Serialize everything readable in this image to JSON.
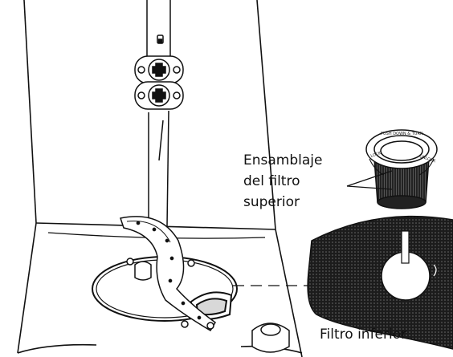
{
  "labels": {
    "upper_filter": [
      "Ensamblaje",
      "del filtro",
      "superior"
    ],
    "lower_filter": "Filtro inferior"
  },
  "filter_ring_text": [
    "PUSH DOWN & TURN",
    "LOCK",
    "UNLOCK"
  ],
  "colors": {
    "line": "#111111",
    "mesh_dark": "#1c1c1c",
    "mesh_dot": "#6a6a6a",
    "background": "#ffffff"
  },
  "icons": {
    "upper_filter": "cylindrical-mesh-filter-icon",
    "lower_filter": "perforated-plate-filter-icon",
    "spray_arm": "lower-spray-arm-icon",
    "spray_arm_connector": "screw-coupling-icon"
  }
}
